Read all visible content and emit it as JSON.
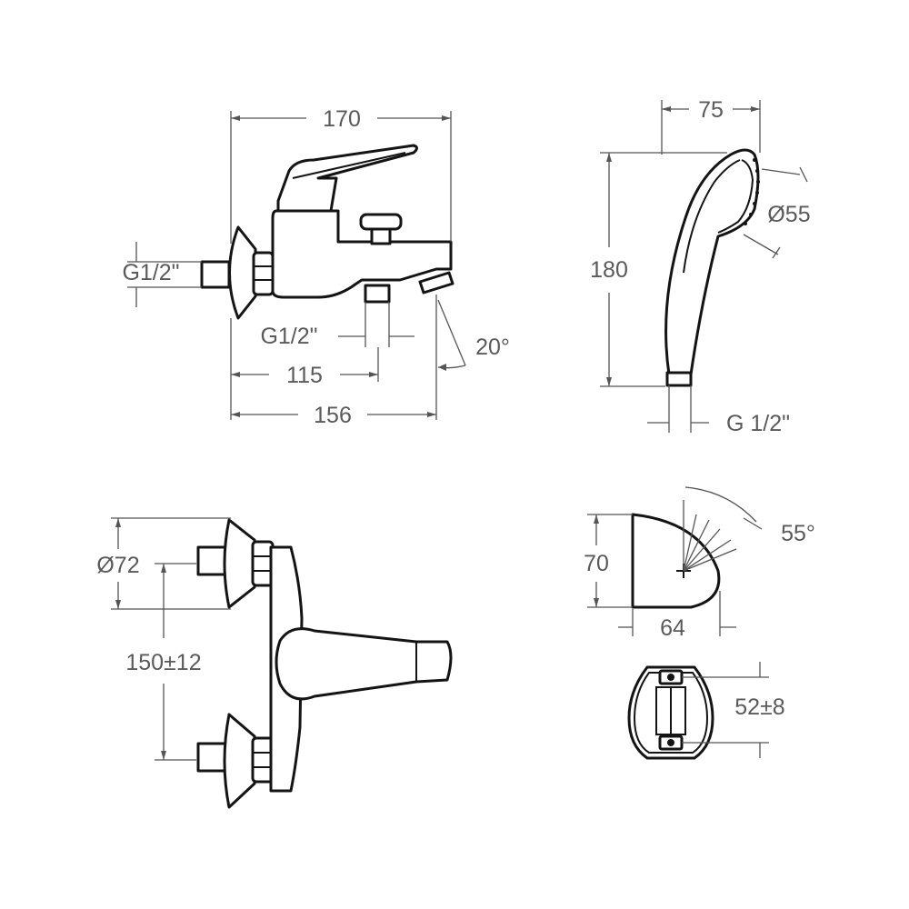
{
  "front_view": {
    "width_overall": "170",
    "inlet_thread": "G1/2\"",
    "outlet_thread": "G1/2\"",
    "spout_angle": "20°",
    "depth_to_outlet": "115",
    "depth_to_spout": "156"
  },
  "hand_shower": {
    "width": "75",
    "length": "180",
    "face_diameter": "Ø55",
    "connection_thread": "G 1/2\""
  },
  "top_view": {
    "flange_diameter": "Ø72",
    "center_distance": "150±12"
  },
  "holder_side": {
    "tilt_angle": "55°",
    "height": "70",
    "depth": "64"
  },
  "holder_back": {
    "hole_spacing": "52±8"
  }
}
